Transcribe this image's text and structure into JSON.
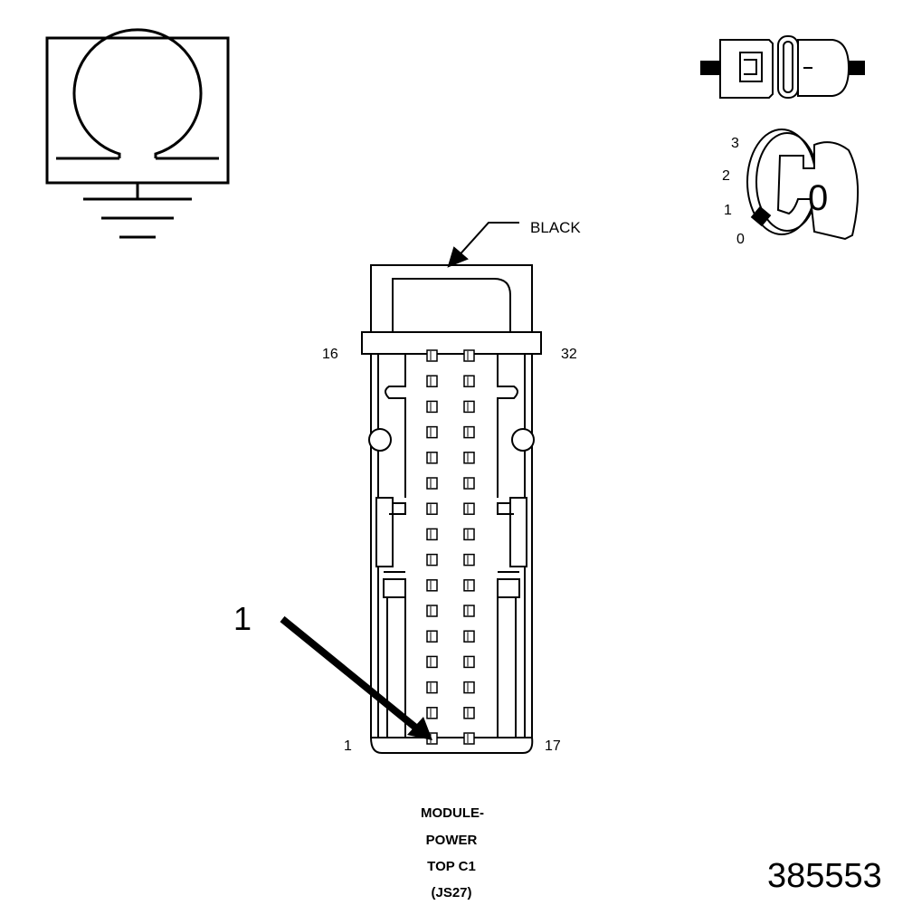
{
  "connector": {
    "color_label": "BLACK",
    "pin_top_left": "16",
    "pin_top_right": "32",
    "pin_bottom_left": "1",
    "pin_bottom_right": "17",
    "rows": 16,
    "columns": 2
  },
  "callout": {
    "number": "1"
  },
  "ignition_key": {
    "positions": [
      "3",
      "2",
      "1",
      "0"
    ],
    "key_face": "0"
  },
  "title_lines": [
    "MODULE-",
    "POWER",
    "TOP C1",
    "(JS27)"
  ],
  "figure_number": "385553",
  "colors": {
    "line": "#000000",
    "background": "#ffffff",
    "key_fill": "#ffffff"
  }
}
